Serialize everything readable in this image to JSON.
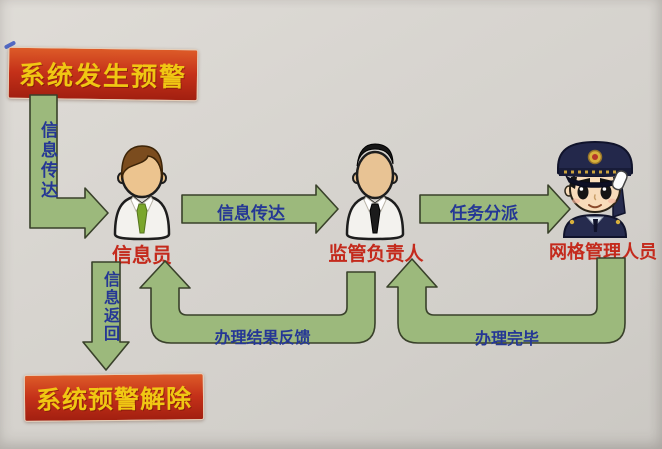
{
  "diagram": {
    "start_box": "系统发生预警",
    "end_box": "系统预警解除",
    "actors": {
      "info_officer": "信息员",
      "supervisor": "监管负责人",
      "grid_manager": "网格管理人员"
    },
    "arrows": {
      "info_deliver_vertical": "信息传达",
      "info_deliver": "信息传达",
      "task_assign": "任务分派",
      "result_feedback": "办理结果反馈",
      "done": "办理完毕",
      "info_return": "信息返回"
    },
    "colors": {
      "box_red": "#c53119",
      "box_text_yellow": "#f0c713",
      "arrow_green": "#9cb97c",
      "arrow_border": "#39412a",
      "arrow_text_blue": "#253795",
      "actor_label_red": "#c42a1c",
      "background": "#d5d2cd"
    }
  }
}
